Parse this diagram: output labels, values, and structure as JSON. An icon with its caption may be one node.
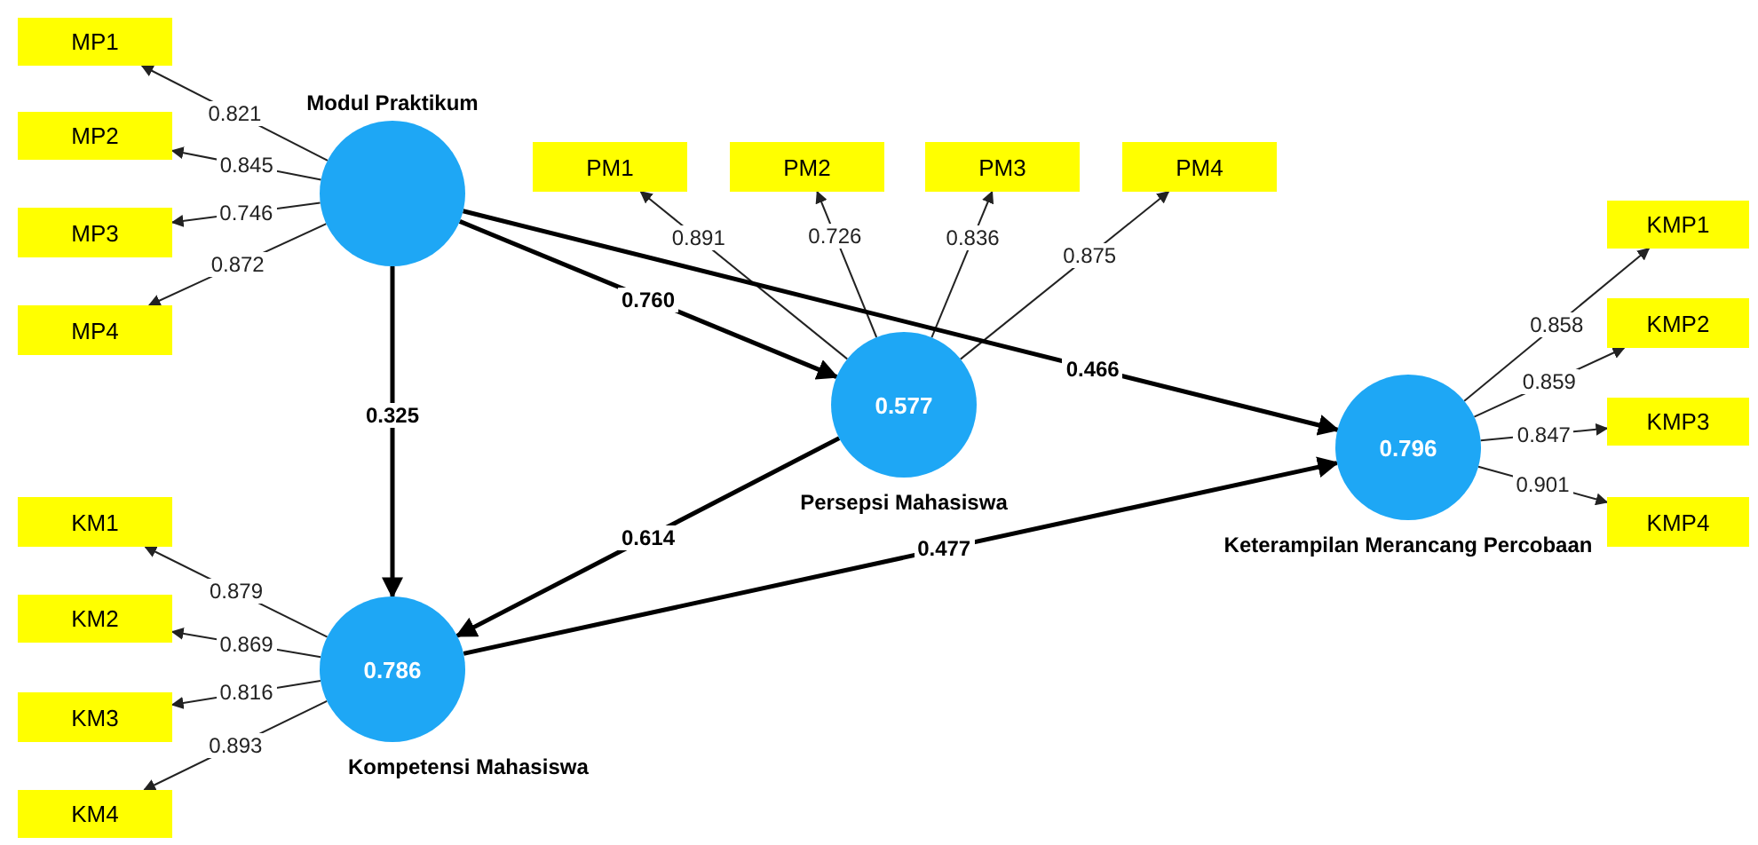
{
  "diagram": {
    "nodes": [
      {
        "text": [
          "MP1"
        ]
      },
      {
        "text": [
          "MP2"
        ]
      },
      {
        "text": [
          "MP3"
        ]
      },
      {
        "text": [
          "MP4"
        ]
      },
      {
        "text": [],
        "shape": "circle",
        "beside": [
          "Modul Praktikum"
        ]
      },
      {
        "text": [
          "PM1"
        ]
      },
      {
        "text": [
          "PM2"
        ]
      },
      {
        "text": [
          "PM3"
        ]
      },
      {
        "text": [
          "PM4"
        ]
      },
      {
        "text": [
          "0.577"
        ],
        "beside": [
          "Persepsi Mahasiswa"
        ]
      },
      {
        "text": [
          "KMP1"
        ]
      },
      {
        "text": [
          "KMP2"
        ]
      },
      {
        "text": [
          "KMP3"
        ]
      },
      {
        "text": [
          "KMP4"
        ]
      },
      {
        "text": [
          "0.796"
        ],
        "beside": [
          "Keterampilan Merancang Percobaan"
        ]
      },
      {
        "text": [
          "KM1"
        ]
      },
      {
        "text": [
          "KM2"
        ]
      },
      {
        "text": [
          "KM3"
        ]
      },
      {
        "text": [
          "KM4"
        ]
      },
      {
        "text": [
          "0.786"
        ],
        "beside": [
          "Kompetensi Mahasiswa"
        ]
      }
    ],
    "edges": [
      {
        "from": 4,
        "to": 0,
        "arrow": "to",
        "label": "0.821"
      },
      {
        "from": 4,
        "to": 1,
        "arrow": "to",
        "label": "0.845"
      },
      {
        "from": 4,
        "to": 2,
        "arrow": "to",
        "label": "0.746"
      },
      {
        "from": 4,
        "to": 3,
        "arrow": "to",
        "label": "0.872"
      },
      {
        "from": 9,
        "to": 5,
        "arrow": "to",
        "label": "0.891"
      },
      {
        "from": 9,
        "to": 6,
        "arrow": "to",
        "label": "0.726"
      },
      {
        "from": 9,
        "to": 7,
        "arrow": "to",
        "label": "0.836"
      },
      {
        "from": 9,
        "to": 8,
        "arrow": "to",
        "label": "0.875"
      },
      {
        "from": 14,
        "to": 10,
        "arrow": "to",
        "label": "0.858"
      },
      {
        "from": 14,
        "to": 11,
        "arrow": "to",
        "label": "0.859"
      },
      {
        "from": 14,
        "to": 12,
        "arrow": "to",
        "label": "0.847"
      },
      {
        "from": 14,
        "to": 13,
        "arrow": "to",
        "label": "0.901"
      },
      {
        "from": 19,
        "to": 15,
        "arrow": "to",
        "label": "0.879"
      },
      {
        "from": 19,
        "to": 16,
        "arrow": "to",
        "label": "0.869"
      },
      {
        "from": 19,
        "to": 17,
        "arrow": "to",
        "label": "0.816"
      },
      {
        "from": 19,
        "to": 18,
        "arrow": "to",
        "label": "0.893"
      },
      {
        "from": 4,
        "to": 9,
        "arrow": "to",
        "label": "0.760",
        "style": "thick"
      },
      {
        "from": 4,
        "to": 14,
        "arrow": "to",
        "label": "0.466",
        "style": "thick"
      },
      {
        "from": 4,
        "to": 19,
        "arrow": "to",
        "label": "0.325",
        "style": "thick"
      },
      {
        "from": 9,
        "to": 19,
        "arrow": "to",
        "label": "0.614",
        "style": "thick"
      },
      {
        "from": 19,
        "to": 14,
        "arrow": "to",
        "label": "0.477",
        "style": "thick"
      }
    ]
  }
}
